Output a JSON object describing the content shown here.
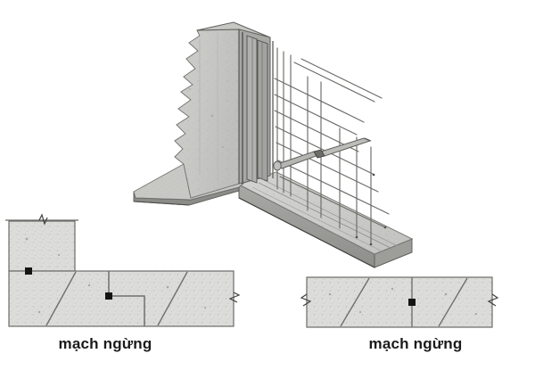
{
  "document": {
    "type": "technical-illustration",
    "subject": "Concrete construction joint (mach ngung) detail",
    "background_color": "#ffffff"
  },
  "palette": {
    "concrete_fill": "#d8d8d6",
    "concrete_fill_light": "#e4e4e2",
    "concrete_mid": "#c3c3c0",
    "concrete_dark": "#a9a9a6",
    "concrete_shadow": "#8f8f8c",
    "outline": "#6e6e6b",
    "outline_dark": "#3a3a38",
    "rebar": "#b5b5b2",
    "rebar_outline": "#6a6a67",
    "marker_black": "#141414",
    "text_color": "#1b1b1b"
  },
  "figures": {
    "isometric": {
      "name": "isometric-wall-slab-rebar",
      "description": "3D isometric view of a reinforced concrete wall on a slab footing with exposed rebar cage, vertical formwork panel and a tie rod through the wall"
    },
    "section_left": {
      "name": "section-column-beam-stepped-joint",
      "description": "Section view of a column meeting a beam with a stepped construction joint marked by a black square",
      "joint_marker_count": 2
    },
    "section_right": {
      "name": "section-beam-vertical-joint",
      "description": "Section view of a beam with a straight vertical construction joint marked by a black square",
      "joint_marker_count": 1
    }
  },
  "captions": {
    "left": "mạch ngừng",
    "right": "mạch ngừng"
  },
  "chart_data": {
    "type": "diagram",
    "title": "",
    "annotations": [
      "mạch ngừng",
      "mạch ngừng"
    ]
  }
}
